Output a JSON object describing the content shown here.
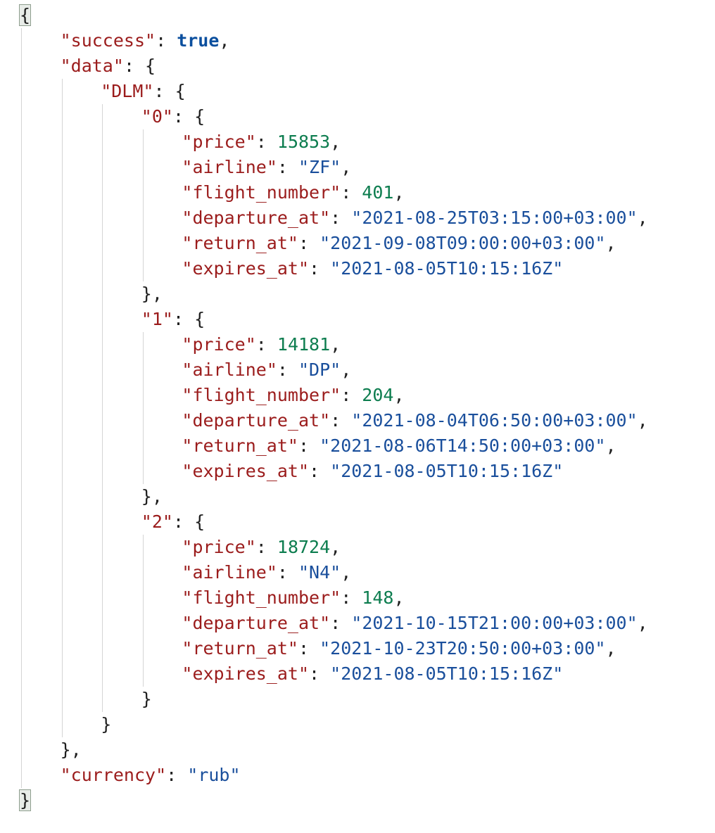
{
  "viewer": {
    "lines": [
      {
        "indent": 0,
        "type": "open",
        "brace": "{",
        "highlight": true
      },
      {
        "indent": 1,
        "type": "kv",
        "key": "success",
        "value": "true",
        "vtype": "bool",
        "comma": true
      },
      {
        "indent": 1,
        "type": "kopen",
        "key": "data",
        "brace": "{"
      },
      {
        "indent": 2,
        "type": "kopen",
        "key": "DLM",
        "brace": "{"
      },
      {
        "indent": 3,
        "type": "kopen",
        "key": "0",
        "brace": "{"
      },
      {
        "indent": 4,
        "type": "kv",
        "key": "price",
        "value": "15853",
        "vtype": "num",
        "comma": true
      },
      {
        "indent": 4,
        "type": "kv",
        "key": "airline",
        "value": "ZF",
        "vtype": "str",
        "comma": true
      },
      {
        "indent": 4,
        "type": "kv",
        "key": "flight_number",
        "value": "401",
        "vtype": "num",
        "comma": true
      },
      {
        "indent": 4,
        "type": "kv",
        "key": "departure_at",
        "value": "2021-08-25T03:15:00+03:00",
        "vtype": "str",
        "comma": true
      },
      {
        "indent": 4,
        "type": "kv",
        "key": "return_at",
        "value": "2021-09-08T09:00:00+03:00",
        "vtype": "str",
        "comma": true
      },
      {
        "indent": 4,
        "type": "kv",
        "key": "expires_at",
        "value": "2021-08-05T10:15:16Z",
        "vtype": "str",
        "comma": false
      },
      {
        "indent": 3,
        "type": "close",
        "brace": "}",
        "comma": true
      },
      {
        "indent": 3,
        "type": "kopen",
        "key": "1",
        "brace": "{"
      },
      {
        "indent": 4,
        "type": "kv",
        "key": "price",
        "value": "14181",
        "vtype": "num",
        "comma": true
      },
      {
        "indent": 4,
        "type": "kv",
        "key": "airline",
        "value": "DP",
        "vtype": "str",
        "comma": true
      },
      {
        "indent": 4,
        "type": "kv",
        "key": "flight_number",
        "value": "204",
        "vtype": "num",
        "comma": true
      },
      {
        "indent": 4,
        "type": "kv",
        "key": "departure_at",
        "value": "2021-08-04T06:50:00+03:00",
        "vtype": "str",
        "comma": true
      },
      {
        "indent": 4,
        "type": "kv",
        "key": "return_at",
        "value": "2021-08-06T14:50:00+03:00",
        "vtype": "str",
        "comma": true
      },
      {
        "indent": 4,
        "type": "kv",
        "key": "expires_at",
        "value": "2021-08-05T10:15:16Z",
        "vtype": "str",
        "comma": false
      },
      {
        "indent": 3,
        "type": "close",
        "brace": "}",
        "comma": true
      },
      {
        "indent": 3,
        "type": "kopen",
        "key": "2",
        "brace": "{"
      },
      {
        "indent": 4,
        "type": "kv",
        "key": "price",
        "value": "18724",
        "vtype": "num",
        "comma": true
      },
      {
        "indent": 4,
        "type": "kv",
        "key": "airline",
        "value": "N4",
        "vtype": "str",
        "comma": true
      },
      {
        "indent": 4,
        "type": "kv",
        "key": "flight_number",
        "value": "148",
        "vtype": "num",
        "comma": true
      },
      {
        "indent": 4,
        "type": "kv",
        "key": "departure_at",
        "value": "2021-10-15T21:00:00+03:00",
        "vtype": "str",
        "comma": true
      },
      {
        "indent": 4,
        "type": "kv",
        "key": "return_at",
        "value": "2021-10-23T20:50:00+03:00",
        "vtype": "str",
        "comma": true
      },
      {
        "indent": 4,
        "type": "kv",
        "key": "expires_at",
        "value": "2021-08-05T10:15:16Z",
        "vtype": "str",
        "comma": false
      },
      {
        "indent": 3,
        "type": "close",
        "brace": "}",
        "comma": false
      },
      {
        "indent": 2,
        "type": "close",
        "brace": "}",
        "comma": false
      },
      {
        "indent": 1,
        "type": "close",
        "brace": "}",
        "comma": true
      },
      {
        "indent": 1,
        "type": "kv",
        "key": "currency",
        "value": "rub",
        "vtype": "str",
        "comma": false
      },
      {
        "indent": 0,
        "type": "close",
        "brace": "}",
        "highlight": true
      }
    ],
    "colors": {
      "key": "#9b1c1c",
      "string": "#1a4f9c",
      "number": "#0d7d4f",
      "boolean": "#0b4f9e",
      "guide": "#d4d4d4",
      "brace_highlight_bg": "#e8ece8"
    }
  }
}
